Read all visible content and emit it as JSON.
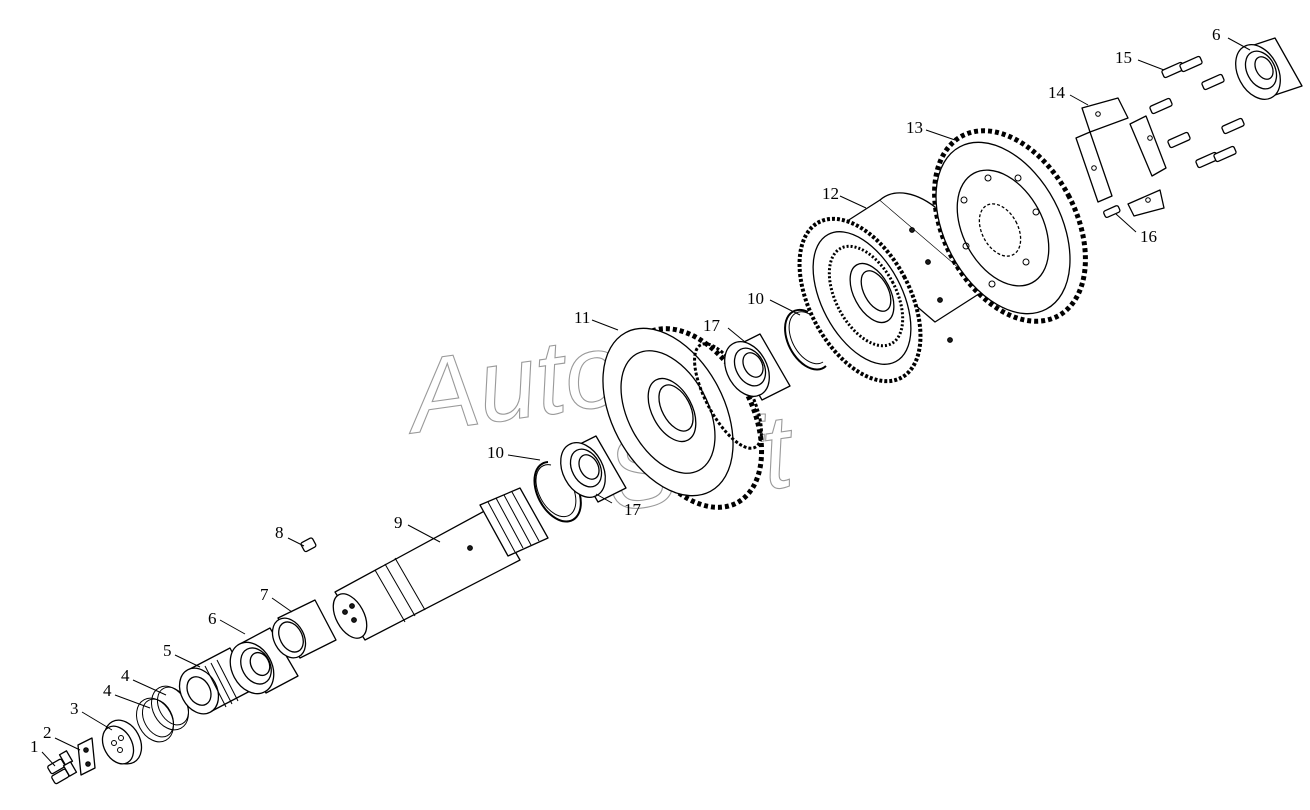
{
  "watermark": {
    "line1": "Auto",
    "line2": "Soft"
  },
  "callouts": [
    {
      "id": "c1",
      "label": "1"
    },
    {
      "id": "c2",
      "label": "2"
    },
    {
      "id": "c3",
      "label": "3"
    },
    {
      "id": "c4a",
      "label": "4"
    },
    {
      "id": "c4b",
      "label": "4"
    },
    {
      "id": "c5",
      "label": "5"
    },
    {
      "id": "c6a",
      "label": "6"
    },
    {
      "id": "c6b",
      "label": "6"
    },
    {
      "id": "c7",
      "label": "7"
    },
    {
      "id": "c8",
      "label": "8"
    },
    {
      "id": "c9",
      "label": "9"
    },
    {
      "id": "c10a",
      "label": "10"
    },
    {
      "id": "c10b",
      "label": "10"
    },
    {
      "id": "c11",
      "label": "11"
    },
    {
      "id": "c12",
      "label": "12"
    },
    {
      "id": "c13",
      "label": "13"
    },
    {
      "id": "c14",
      "label": "14"
    },
    {
      "id": "c15",
      "label": "15"
    },
    {
      "id": "c16",
      "label": "16"
    },
    {
      "id": "c17a",
      "label": "17"
    },
    {
      "id": "c17b",
      "label": "17"
    }
  ]
}
